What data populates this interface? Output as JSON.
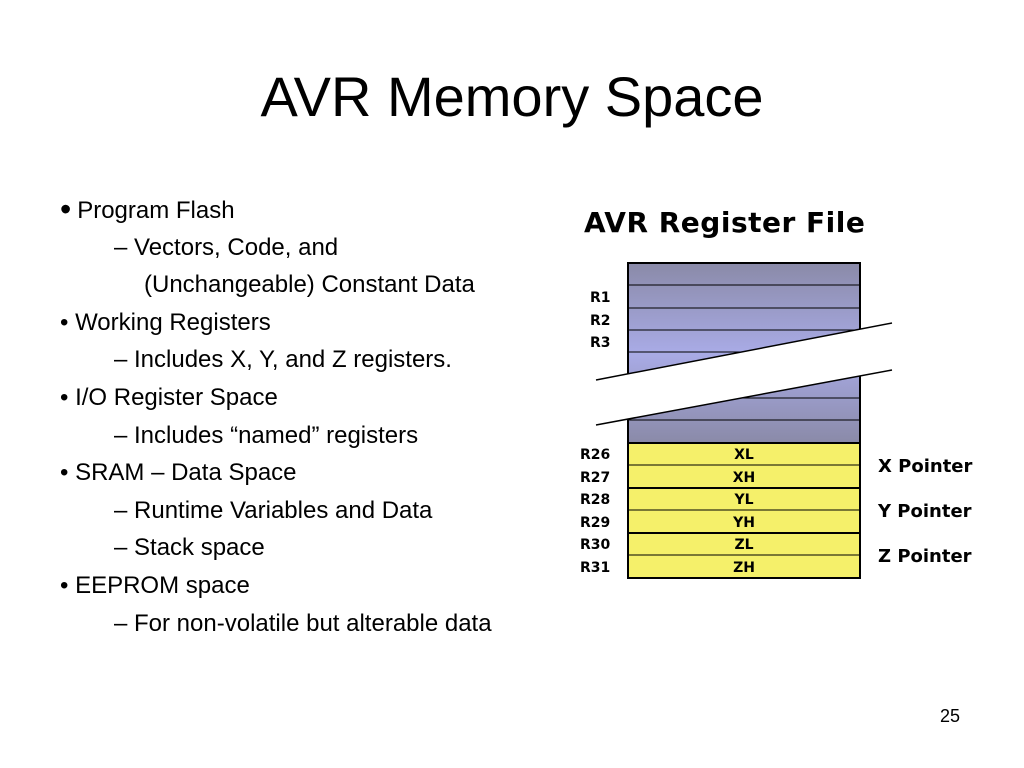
{
  "slide": {
    "title": "AVR Memory Space",
    "page_number": "25"
  },
  "bullets": [
    {
      "level": 1,
      "marker": "•",
      "text": "Program Flash"
    },
    {
      "level": 2,
      "marker": "",
      "text": "– Vectors, Code, and"
    },
    {
      "level": 2,
      "marker": "",
      "text": "(Unchangeable) Constant Data"
    },
    {
      "level": 1,
      "marker": "•",
      "text": "Working Registers"
    },
    {
      "level": 2,
      "marker": "",
      "text": "– Includes X, Y, and Z registers."
    },
    {
      "level": 1,
      "marker": "•",
      "text": "I/O Register Space"
    },
    {
      "level": 2,
      "marker": "",
      "text": "– Includes “named” registers"
    },
    {
      "level": 1,
      "marker": "•",
      "text": "SRAM – Data Space"
    },
    {
      "level": 2,
      "marker": "",
      "text": "– Runtime Variables and Data"
    },
    {
      "level": 2,
      "marker": "",
      "text": "– Stack space"
    },
    {
      "level": 1,
      "marker": "•",
      "text": "EEPROM space"
    },
    {
      "level": 2,
      "marker": "",
      "text": "– For non-volatile but alterable data"
    }
  ],
  "register_file": {
    "title": "AVR Register File",
    "upper_labels": [
      "R1",
      "R2",
      "R3"
    ],
    "lower_rows": [
      {
        "reg": "R26",
        "name": "XL"
      },
      {
        "reg": "R27",
        "name": "XH"
      },
      {
        "reg": "R28",
        "name": "YL"
      },
      {
        "reg": "R29",
        "name": "YH"
      },
      {
        "reg": "R30",
        "name": "ZL"
      },
      {
        "reg": "R31",
        "name": "ZH"
      }
    ],
    "pointers": [
      "X Pointer",
      "Y Pointer",
      "Z Pointer"
    ],
    "colors": {
      "upper_top": "#8a8aa8",
      "upper_bottom": "#a9abe6",
      "pointer_fill": "#f5f06a",
      "outline": "#000000"
    }
  }
}
